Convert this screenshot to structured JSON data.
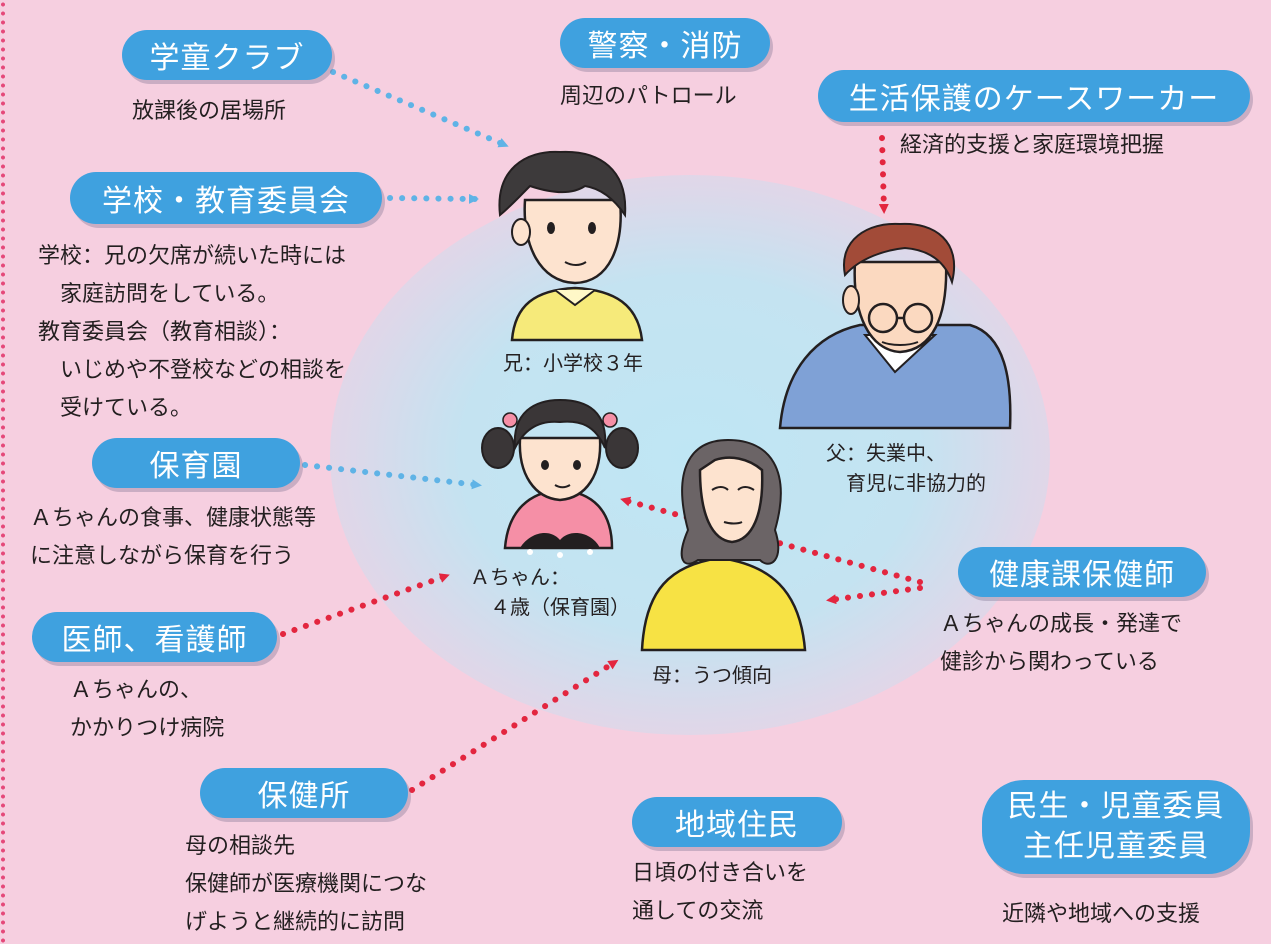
{
  "colors": {
    "background": "#f6cfe0",
    "pill_fill": "#3fa1df",
    "pill_text": "#ffffff",
    "blue_arrow": "#5fb3e6",
    "red_arrow": "#e3263f",
    "glow": "#c4e3f1"
  },
  "nodes": {
    "gakudo": {
      "label": "学童クラブ",
      "desc": [
        "放課後の居場所"
      ]
    },
    "keisatsu": {
      "label": "警察・消防",
      "desc": [
        "周辺のパトロール"
      ]
    },
    "seikatsu": {
      "label": "生活保護のケースワーカー",
      "desc": [
        "経済的支援と家庭環境把握"
      ]
    },
    "gakko": {
      "label": "学校・教育委員会",
      "desc": [
        "学校：兄の欠席が続いた時には",
        "　家庭訪問をしている。",
        "教育委員会（教育相談）：",
        "　いじめや不登校などの相談を",
        "　受けている。"
      ]
    },
    "hoikuen": {
      "label": "保育園",
      "desc": [
        "Ａちゃんの食事、健康状態等",
        "に注意しながら保育を行う"
      ]
    },
    "ishi": {
      "label": "医師、看護師",
      "desc": [
        "Ａちゃんの、",
        "かかりつけ病院"
      ]
    },
    "hokenjo": {
      "label": "保健所",
      "desc": [
        "母の相談先",
        "保健師が医療機関につな",
        "げようと継続的に訪問"
      ]
    },
    "chiiki": {
      "label": "地域住民",
      "desc": [
        "日頃の付き合いを",
        "通しての交流"
      ]
    },
    "kenkoka": {
      "label": "健康課保健師",
      "desc": [
        "Ａちゃんの成長・発達で",
        "健診から関わっている"
      ]
    },
    "minsei": {
      "label_lines": [
        "民生・児童委員",
        "主任児童委員"
      ],
      "desc": [
        "近隣や地域への支援"
      ]
    }
  },
  "family": {
    "brother": {
      "label": "兄：小学校３年"
    },
    "father": {
      "label_lines": [
        "父：失業中、",
        "　育児に非協力的"
      ]
    },
    "child": {
      "label_lines": [
        "Ａちゃん：",
        "　４歳（保育園）"
      ]
    },
    "mother": {
      "label": "母：うつ傾向"
    }
  }
}
